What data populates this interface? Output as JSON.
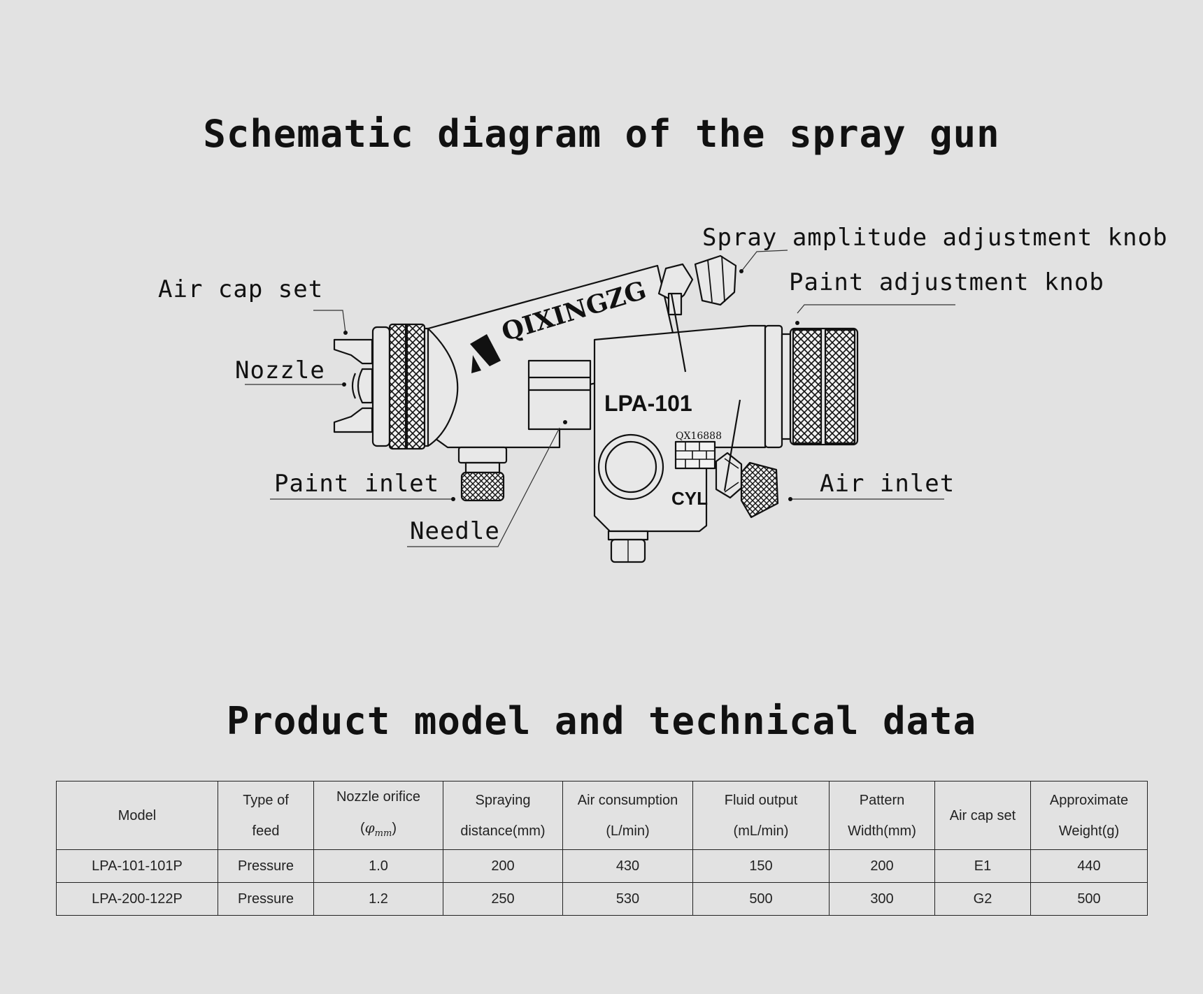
{
  "diagram_title": "Schematic diagram of the spray gun",
  "gun_markings": {
    "brand": "QIXINGZG",
    "model": "LPA-101",
    "serial": "QX16888",
    "code": "CYL"
  },
  "callouts": [
    {
      "id": "spray-amplitude-knob",
      "label": "Spray amplitude adjustment knob"
    },
    {
      "id": "paint-adjustment-knob",
      "label": "Paint adjustment knob"
    },
    {
      "id": "air-cap-set",
      "label": "Air cap set"
    },
    {
      "id": "nozzle",
      "label": "Nozzle"
    },
    {
      "id": "paint-inlet",
      "label": "Paint inlet"
    },
    {
      "id": "needle",
      "label": "Needle"
    },
    {
      "id": "air-inlet",
      "label": "Air inlet"
    }
  ],
  "table_title": "Product model and technical data",
  "table": {
    "headers": {
      "model": "Model",
      "feed": [
        "Type of",
        "feed"
      ],
      "orifice": [
        "Nozzle orifice",
        "φ",
        "mm"
      ],
      "distance": [
        "Spraying",
        "distance(mm)"
      ],
      "air": [
        "Air consumption",
        "(L/min)"
      ],
      "fluid": [
        "Fluid output",
        "(mL/min)"
      ],
      "width": [
        "Pattern",
        "Width(mm)"
      ],
      "cap": "Air cap set",
      "weight": [
        "Approximate",
        "Weight(g)"
      ]
    },
    "rows": [
      [
        "LPA-101-101P",
        "Pressure",
        "1.0",
        "200",
        "430",
        "150",
        "200",
        "E1",
        "440"
      ],
      [
        "LPA-200-122P",
        "Pressure",
        "1.2",
        "250",
        "530",
        "500",
        "300",
        "G2",
        "500"
      ]
    ]
  }
}
